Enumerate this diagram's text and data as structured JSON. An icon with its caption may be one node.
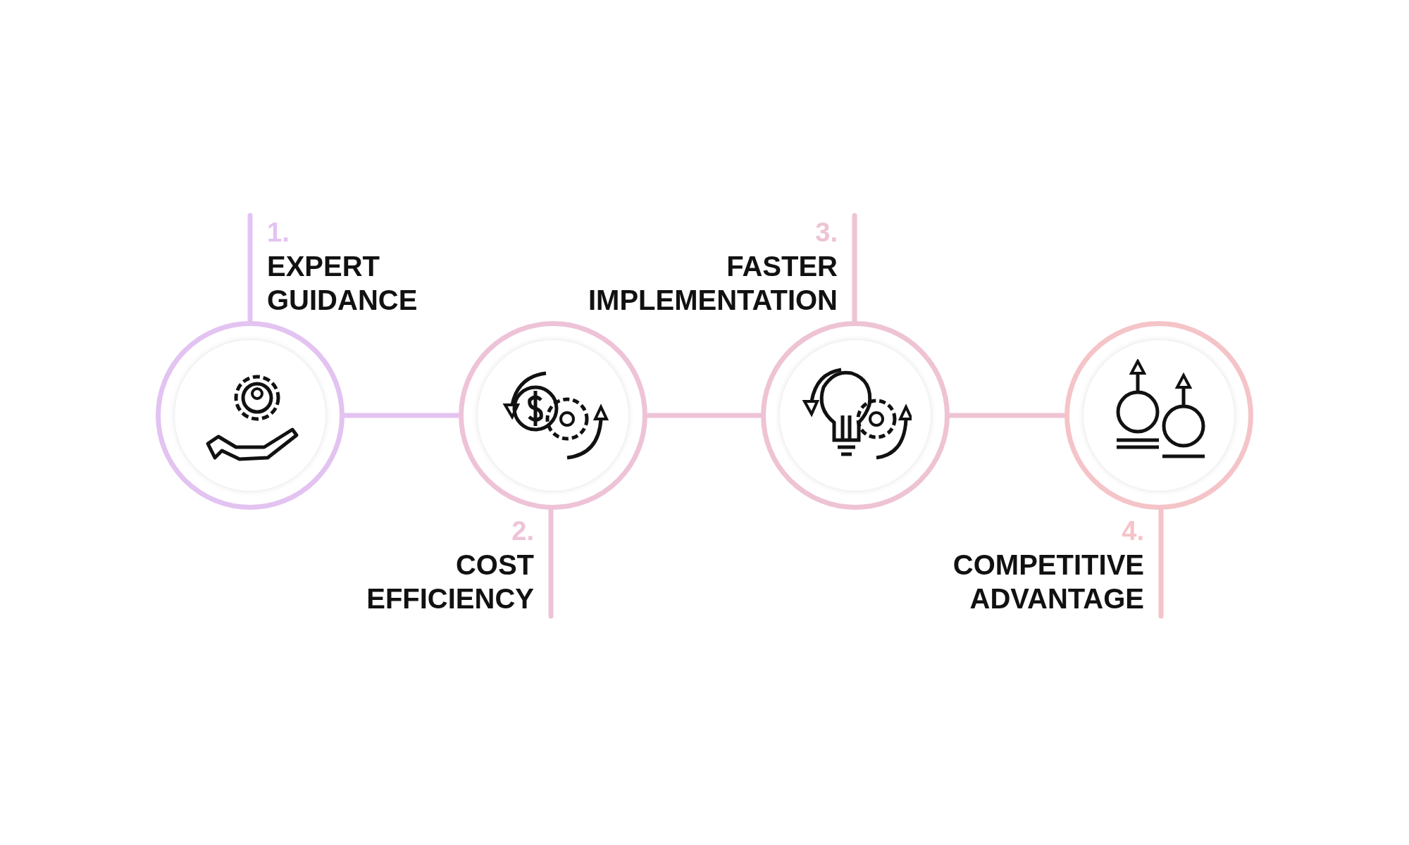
{
  "diagram": {
    "nodes": [
      {
        "text": [],
        "shape": "circle"
      },
      {
        "text": [],
        "shape": "circle"
      },
      {
        "text": [],
        "shape": "circle"
      },
      {
        "text": [],
        "shape": "circle"
      },
      {
        "text": [
          "1.",
          "EXPERT GUIDANCE"
        ]
      },
      {
        "text": [
          "2.",
          "COST EFFICIENCY"
        ]
      },
      {
        "text": [
          "3.",
          "FASTER IMPLEMENTATION"
        ]
      },
      {
        "text": [
          "4.",
          "COMPETITIVE ADVANTAGE"
        ]
      }
    ],
    "edges": [
      {
        "from": 0,
        "to": 1,
        "arrow": "none"
      },
      {
        "from": 1,
        "to": 2,
        "arrow": "none"
      },
      {
        "from": 2,
        "to": 3,
        "arrow": "none"
      },
      {
        "from": 0,
        "to": 4,
        "arrow": "none"
      },
      {
        "from": 1,
        "to": 5,
        "arrow": "none"
      },
      {
        "from": 2,
        "to": 6,
        "arrow": "none"
      },
      {
        "from": 3,
        "to": 7,
        "arrow": "none"
      }
    ]
  }
}
